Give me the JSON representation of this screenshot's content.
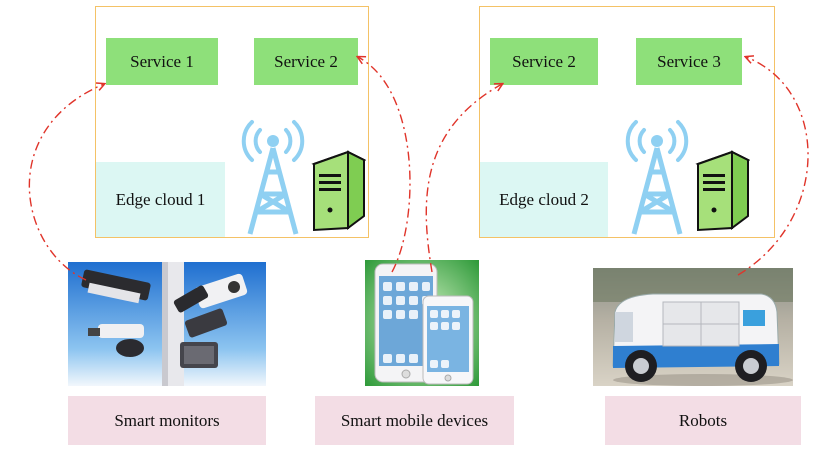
{
  "edge_clouds": [
    {
      "label": "Edge  cloud 1",
      "services": [
        "Service 1",
        "Service 2"
      ]
    },
    {
      "label": "Edge  cloud 2",
      "services": [
        "Service 2",
        "Service 3"
      ]
    }
  ],
  "devices": [
    {
      "label": "Smart monitors",
      "icon": "security-camera-icon"
    },
    {
      "label": "Smart mobile devices",
      "icon": "smartphone-icon"
    },
    {
      "label": "Robots",
      "icon": "delivery-robot-icon"
    }
  ],
  "colors": {
    "box_border": "#f4c266",
    "service_fill": "#8ee07a",
    "cloud_label_fill": "#dcf7f3",
    "device_label_fill": "#f3dde5",
    "link_line": "#e0342a",
    "tower": "#8fd0f2",
    "server": "#a6e07a"
  }
}
